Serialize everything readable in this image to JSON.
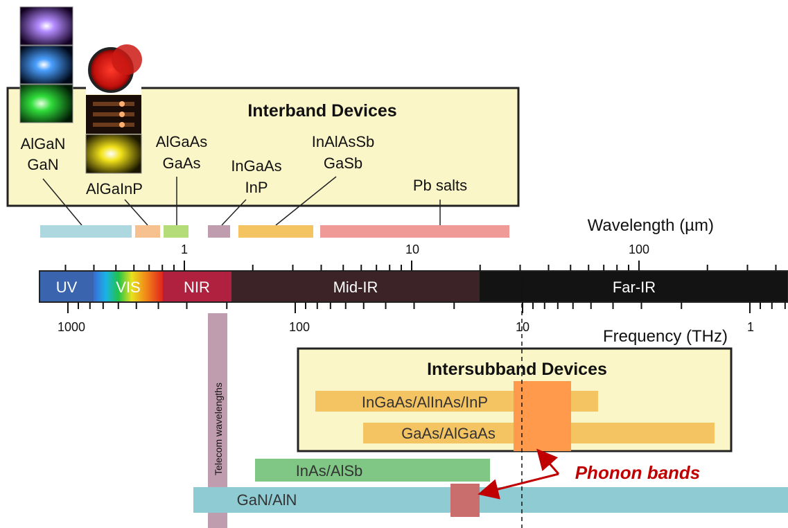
{
  "interband": {
    "title": "Interband Devices",
    "labels": {
      "algan": "AlGaN",
      "gan": "GaN",
      "algainp": "AlGaInP",
      "algaas": "AlGaAs",
      "gaas": "GaAs",
      "ingaas": "InGaAs",
      "inp": "InP",
      "inalassb": "InAlAsSb",
      "gasb": "GaSb",
      "pb_salts": "Pb salts"
    },
    "colors": {
      "nitride": "#add8e0",
      "algainp": "#f7c08f",
      "algaas": "#b4dc78",
      "ingaas": "#bf9dae",
      "inalassb": "#f5c462",
      "pb_salts": "#ef9a97"
    }
  },
  "wavelength_axis": {
    "title": "Wavelength (µm)",
    "ticks": [
      "1",
      "10",
      "100"
    ]
  },
  "spectrum": {
    "bands": [
      {
        "label": "UV",
        "color": "#3a64ad"
      },
      {
        "label": "VIS",
        "color": "rainbow"
      },
      {
        "label": "NIR",
        "color": "#b0203f"
      },
      {
        "label": "Mid-IR",
        "color": "#3b2327"
      },
      {
        "label": "Far-IR",
        "color": "#131313"
      }
    ]
  },
  "frequency_axis": {
    "title": "Frequency (THz)",
    "ticks": [
      "1000",
      "100",
      "10",
      "1"
    ]
  },
  "telecom": {
    "label": "Telecom wavelengths",
    "color": "#bf9dae"
  },
  "intersubband": {
    "title": "Intersubband Devices",
    "labels": {
      "ingaas_inalas": "InGaAs/AlInAs/InP",
      "gaas_algaas": "GaAs/AlGaAs"
    },
    "bar_color": "#f5c462",
    "box_color": "#fbf6c8"
  },
  "other_systems": {
    "inas_alsb": "InAs/AlSb",
    "gan_aln": "GaN/AlN",
    "inas_color": "#80c785",
    "gan_color": "#8fcbd3"
  },
  "phonon": {
    "label": "Phonon bands",
    "color": "#c00000",
    "block_color_1": "#ff9a4c",
    "block_color_2": "#c96e6c"
  }
}
